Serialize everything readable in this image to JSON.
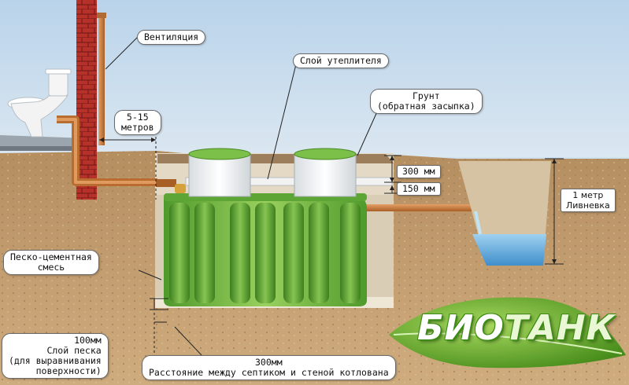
{
  "labels": {
    "ventilation": "Вентиляция",
    "insulation_layer": "Слой утеплителя",
    "soil_line1": "Грунт",
    "soil_line2": "(обратная засыпка)",
    "distance_line1": "5-15",
    "distance_line2": "метров",
    "dim_300": "300 мм",
    "dim_150": "150 мм",
    "meter_line1": "1 метр",
    "meter_line2": "Ливневка",
    "sand_cement_line1": "Песко-цементная",
    "sand_cement_line2": "смесь",
    "sand_layer_line1": "100мм",
    "sand_layer_line2": "Слой песка",
    "sand_layer_line3": "(для выравнивания",
    "sand_layer_line4": "поверхности)",
    "bottom_line1": "300мм",
    "bottom_line2": "Расстояние между септиком и стеной котлована"
  },
  "logo": {
    "part1": "БИО",
    "part2": "ТАНК"
  },
  "colors": {
    "sky": "#cfe0ee",
    "soil": "#c7a477",
    "brick": "#b5312a",
    "pipe": "#c97a3a",
    "tank_green": "#7fc24a",
    "water": "#5fa8d8",
    "logo_green": "#3f8a16"
  }
}
